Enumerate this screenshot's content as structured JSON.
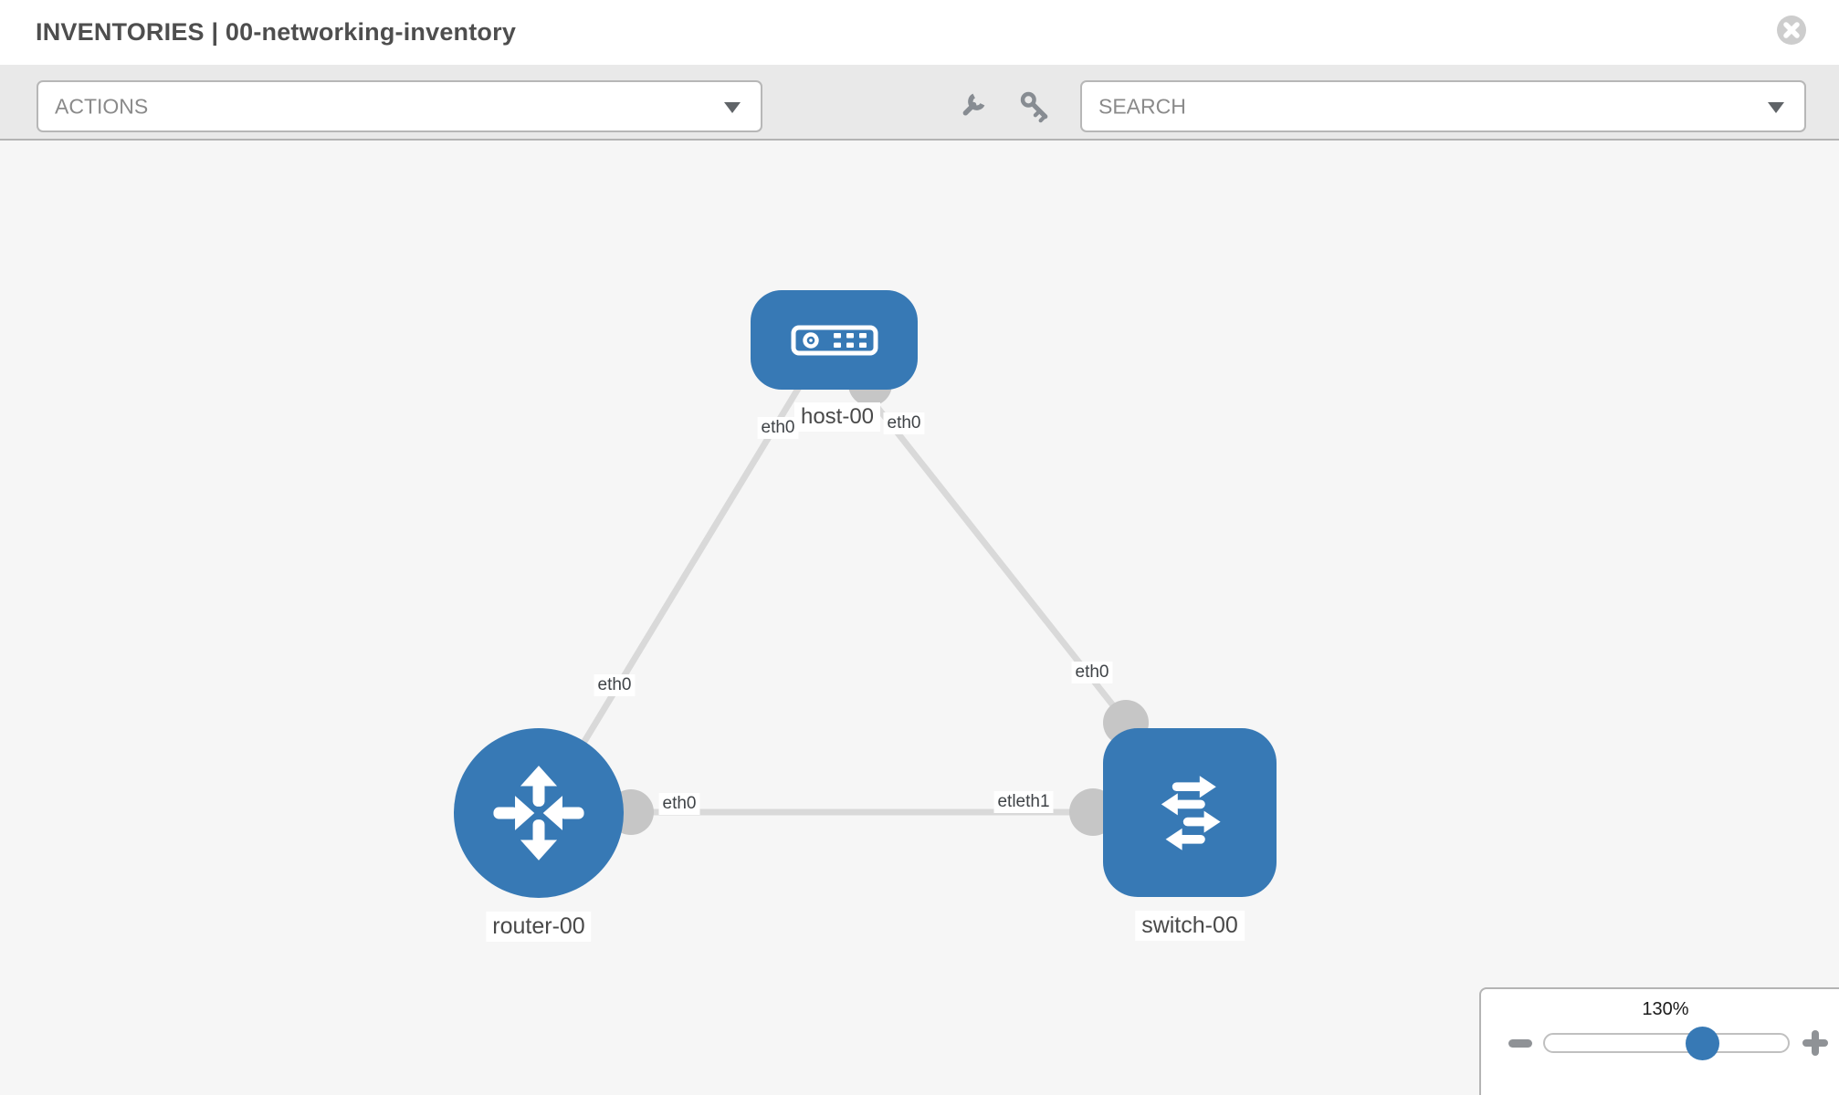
{
  "header": {
    "title": "INVENTORIES | 00-networking-inventory"
  },
  "toolbar": {
    "actions_label": "ACTIONS",
    "search_placeholder": "SEARCH"
  },
  "topology": {
    "nodes": [
      {
        "name": "host-00",
        "type": "host"
      },
      {
        "name": "router-00",
        "type": "router"
      },
      {
        "name": "switch-00",
        "type": "switch"
      }
    ],
    "interfaces": {
      "host_left": "eth0",
      "host_right": "eth0",
      "router_top": "eth0",
      "router_right": "eth0",
      "switch_top": "eth0",
      "switch_left": "etleth1"
    }
  },
  "zoom_control": {
    "level": "130%"
  },
  "colors": {
    "node_blue": "#3779b5",
    "link_gray": "#d9d9d9",
    "connector_gray": "#c6c6c6",
    "toolbar_gray": "#e9e9e9",
    "canvas_gray": "#f6f6f6"
  }
}
